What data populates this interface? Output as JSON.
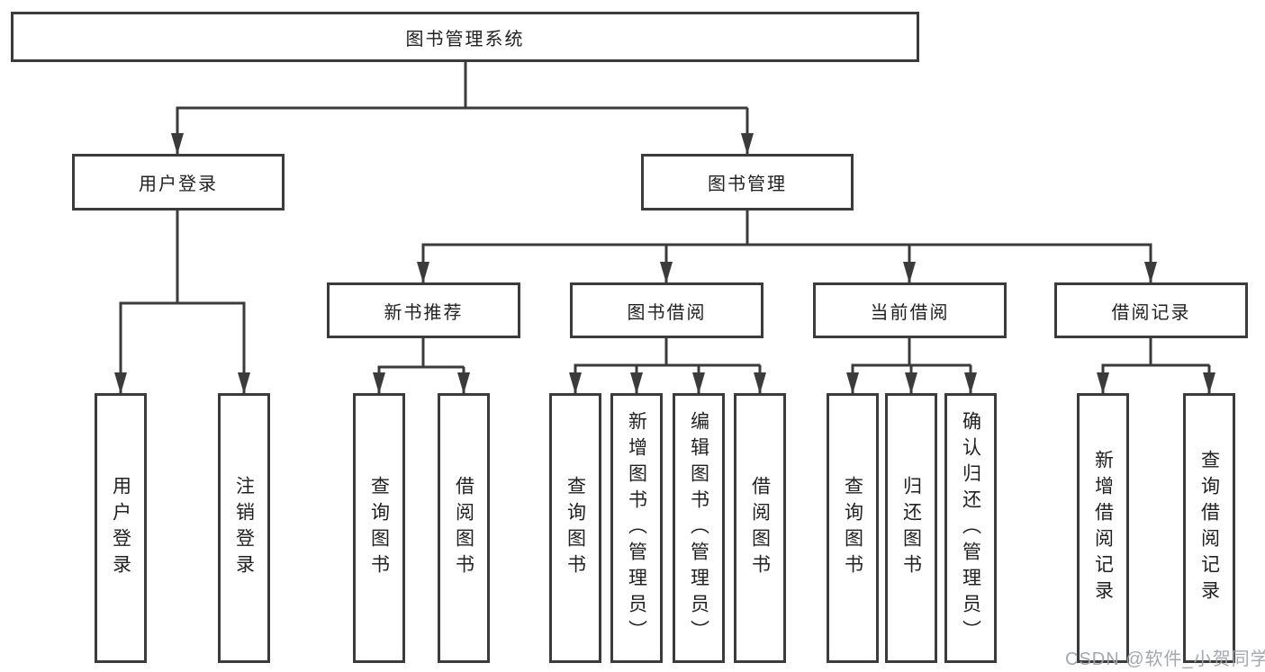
{
  "diagram": {
    "root": {
      "label": "图书管理系统"
    },
    "branches": [
      {
        "label": "用户登录",
        "children": [
          {
            "label": "用户登录"
          },
          {
            "label": "注销登录"
          }
        ]
      },
      {
        "label": "图书管理",
        "children": [
          {
            "label": "新书推荐",
            "children": [
              {
                "label": "查询图书"
              },
              {
                "label": "借阅图书"
              }
            ]
          },
          {
            "label": "图书借阅",
            "children": [
              {
                "label": "查询图书"
              },
              {
                "label": "新增图书（管理员）"
              },
              {
                "label": "编辑图书（管理员）"
              },
              {
                "label": "借阅图书"
              }
            ]
          },
          {
            "label": "当前借阅",
            "children": [
              {
                "label": "查询图书"
              },
              {
                "label": "归还图书"
              },
              {
                "label": "确认归还（管理员）"
              }
            ]
          },
          {
            "label": "借阅记录",
            "children": [
              {
                "label": "新增借阅记录"
              },
              {
                "label": "查询借阅记录"
              }
            ]
          }
        ]
      }
    ]
  },
  "watermark": {
    "text": "CSDN @软件_小贺同学"
  },
  "colors": {
    "line": "#3b3b3b",
    "text": "#212121",
    "background": "#ffffff",
    "watermark": "#9ea2aa"
  }
}
